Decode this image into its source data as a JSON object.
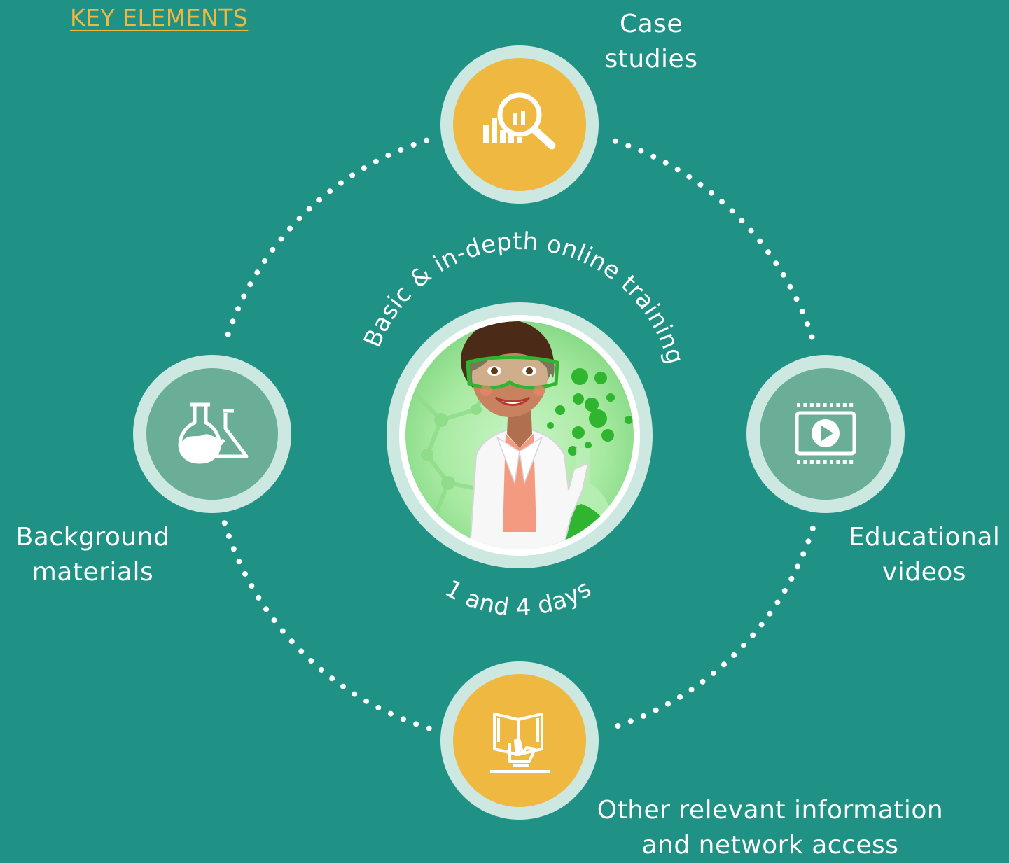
{
  "heading": "KEY ELEMENTS",
  "center": {
    "arc_top": "Basic & in-depth online training",
    "arc_bottom": "1 and 4 days",
    "illustration": "scientist-with-flask-illustration"
  },
  "elements": {
    "top": {
      "lines": [
        "Case",
        "studies"
      ],
      "icon": "magnifier-chart-icon"
    },
    "left": {
      "lines": [
        "Background",
        "materials"
      ],
      "icon": "flasks-icon"
    },
    "right": {
      "lines": [
        "Educational",
        "videos"
      ],
      "icon": "video-player-icon"
    },
    "bottom": {
      "lines": [
        "Other relevant information",
        "and network access"
      ],
      "icon": "book-hand-icon"
    }
  },
  "colors": {
    "background": "#1f9285",
    "accent_yellow": "#efb840",
    "muted_green": "#6aae98",
    "ring": "#cde7e1",
    "white": "#ffffff"
  }
}
